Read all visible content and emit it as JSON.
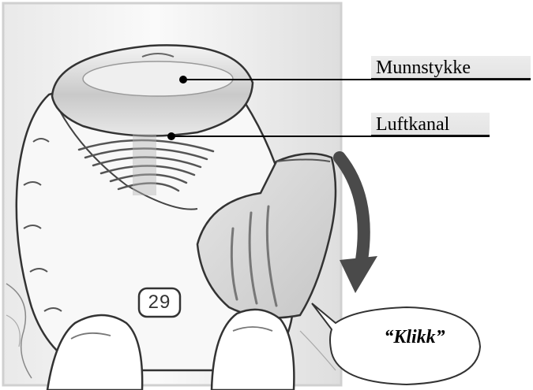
{
  "labels": {
    "mouthpiece": "Munnstykke",
    "air_channel": "Luftkanal"
  },
  "sound_bubble": {
    "text": "“Klikk”"
  },
  "dose_counter": {
    "value": "29"
  },
  "colors": {
    "label_background": "#e6e6e6",
    "outline": "#333333",
    "device_body": "#f7f7f7",
    "cover": "#dcdcdc",
    "arrow": "#4a4a4a"
  }
}
